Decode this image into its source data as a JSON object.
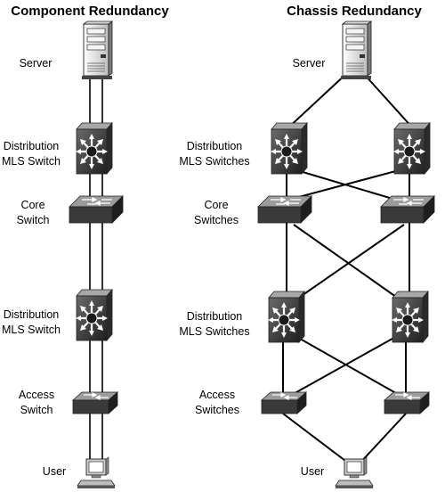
{
  "component": {
    "title": "Component Redundancy",
    "labels": {
      "server": "Server",
      "dist_top_1": "Distribution",
      "dist_top_2": "MLS Switch",
      "core_1": "Core",
      "core_2": "Switch",
      "dist_bottom_1": "Distribution",
      "dist_bottom_2": "MLS Switch",
      "access_1": "Access",
      "access_2": "Switch",
      "user": "User"
    }
  },
  "chassis": {
    "title": "Chassis Redundancy",
    "labels": {
      "server": "Server",
      "dist_top_1": "Distribution",
      "dist_top_2": "MLS Switches",
      "core_1": "Core",
      "core_2": "Switches",
      "dist_bottom_1": "Distribution",
      "dist_bottom_2": "MLS Switches",
      "access_1": "Access",
      "access_2": "Switches",
      "user": "User"
    }
  },
  "icons": {
    "server": "server-icon",
    "mls_switch": "mls-switch-icon",
    "core_switch": "workgroup-switch-icon",
    "access_switch": "workgroup-switch-icon",
    "user": "workstation-icon"
  },
  "colors": {
    "device_dark": "#3a3a3a",
    "device_top": "#9a9a9a",
    "line": "#000000"
  }
}
